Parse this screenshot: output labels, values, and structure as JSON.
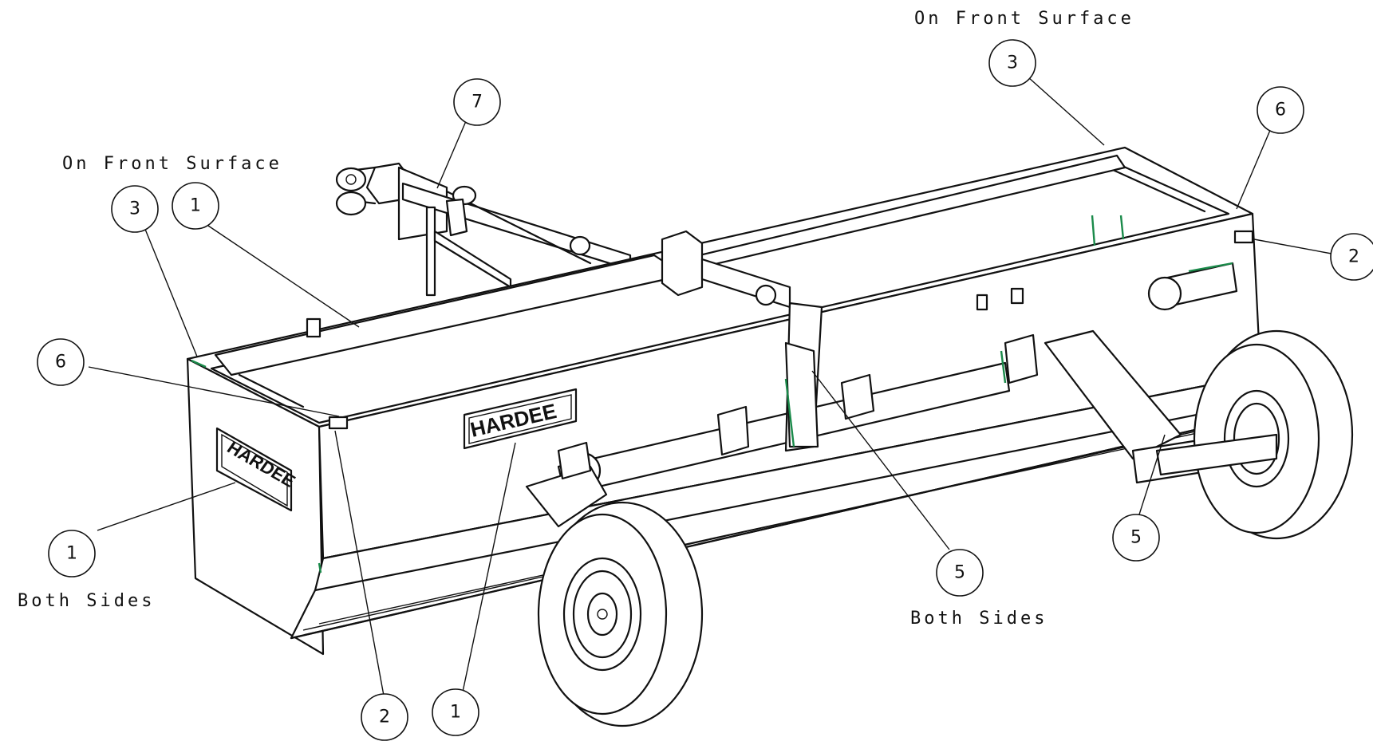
{
  "callouts": [
    {
      "id": "c7",
      "number": "7"
    },
    {
      "id": "c3-left",
      "number": "3"
    },
    {
      "id": "c1-top-left",
      "number": "1"
    },
    {
      "id": "c6-left",
      "number": "6"
    },
    {
      "id": "c1-side",
      "number": "1"
    },
    {
      "id": "c2-bottom",
      "number": "2"
    },
    {
      "id": "c1-bottom",
      "number": "1"
    },
    {
      "id": "c3-right",
      "number": "3"
    },
    {
      "id": "c6-right",
      "number": "6"
    },
    {
      "id": "c2-right",
      "number": "2"
    },
    {
      "id": "c5-center",
      "number": "5"
    },
    {
      "id": "c5-right",
      "number": "5"
    }
  ],
  "notes": {
    "front_surface_left": "On Front Surface",
    "front_surface_right": "On Front Surface",
    "both_sides_left": "Both Sides",
    "both_sides_right": "Both Sides"
  },
  "decals": {
    "side_logo": "HARDEE",
    "front_logo": "HARDEE"
  },
  "colors": {
    "line": "#111111",
    "highlight": "#1a8a4a",
    "background": "#ffffff"
  }
}
